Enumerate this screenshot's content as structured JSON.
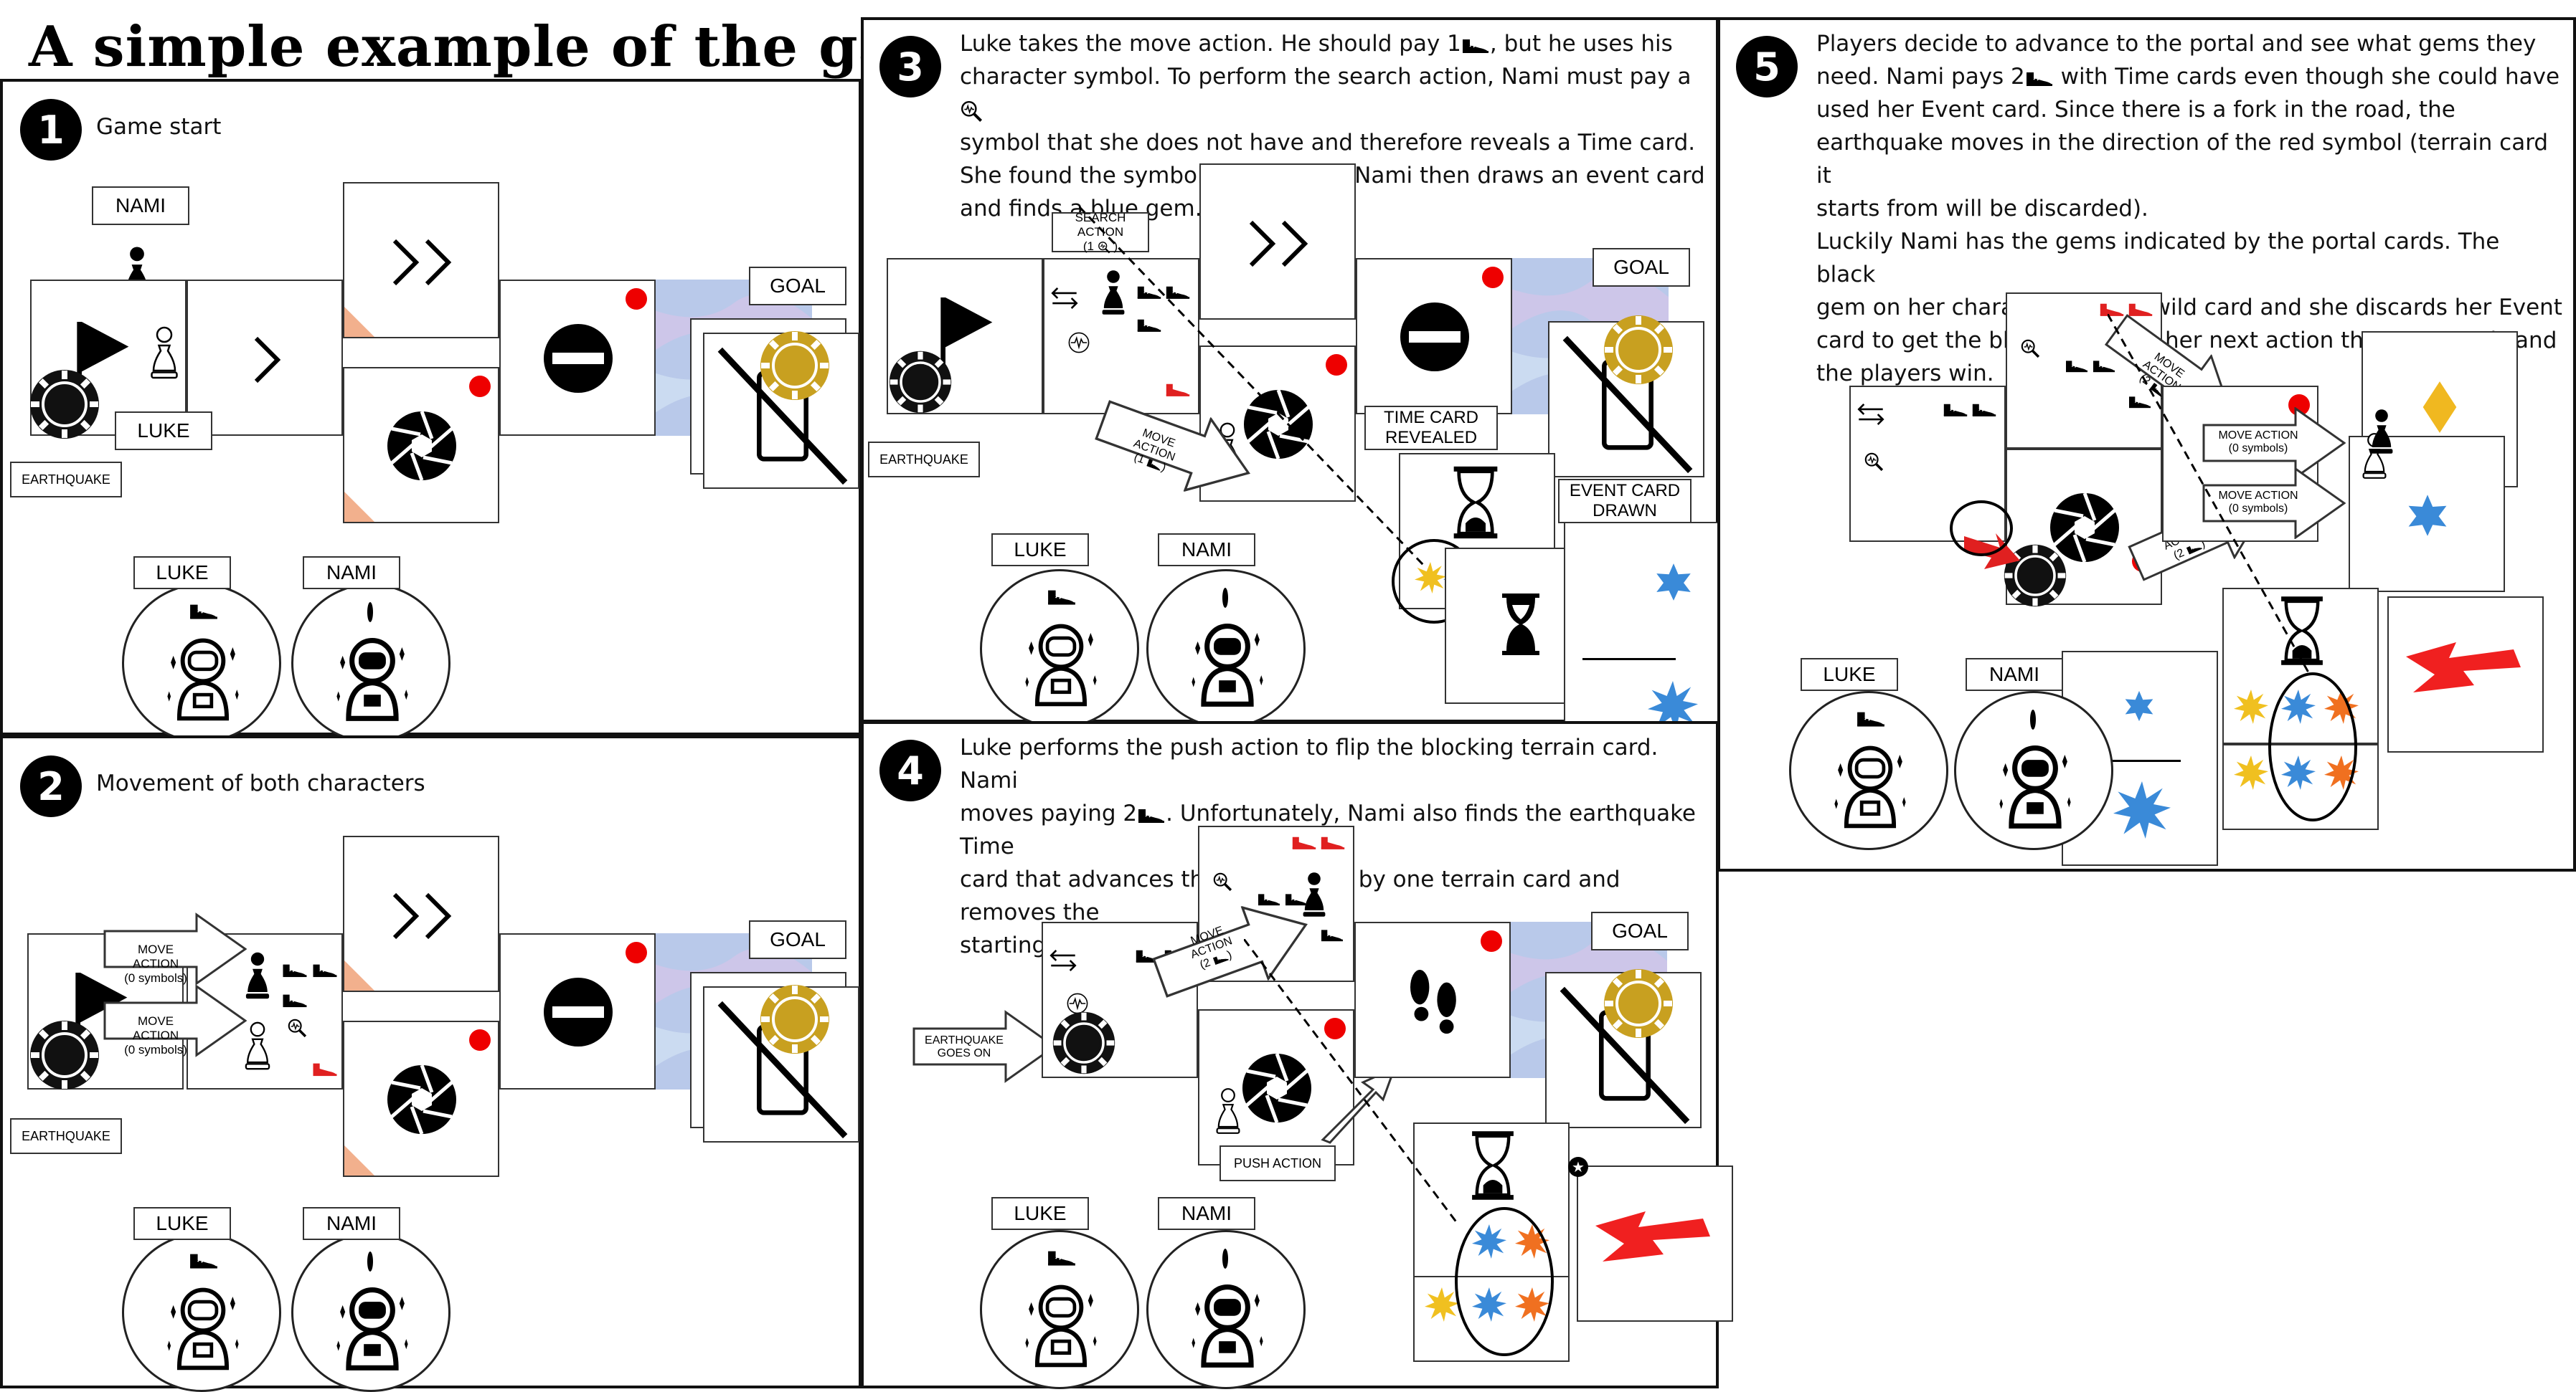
{
  "title": "A simple example of the game",
  "panels": [
    {
      "number": "1",
      "text": "Game start"
    },
    {
      "number": "2",
      "text": "Movement of both characters"
    },
    {
      "number": "3",
      "lines": [
        "Luke takes the move action. He should pay 1",
        ", but he uses his",
        "character symbol. To perform the search action, Nami must pay a",
        "symbol that she does not have and therefore reveals a Time card.",
        "She found the symbol she needed. Nami then draws an event card",
        "and finds a blue gem."
      ]
    },
    {
      "number": "4",
      "lines": [
        "Luke performs the push action to flip the blocking terrain card. Nami",
        "moves paying 2",
        ". Unfortunately, Nami also finds the earthquake Time",
        "card that advances the earthquake by one terrain card and removes the",
        "starting one."
      ]
    },
    {
      "number": "5",
      "lines": [
        "Players decide to advance to the portal and see what gems they",
        "need. Nami pays 2",
        " with Time cards even though she could have",
        "used her Event card. Since there is a fork in the road, the",
        "earthquake moves in the direction of the red symbol (terrain card it",
        "starts from will be discarded).",
        "Luckily Nami has the gems indicated by the portal cards. The black",
        "gem on her character tile is a wild card and she discards her Event",
        "card to get the blue gem. With her next action the game ends and",
        "the players win."
      ]
    }
  ],
  "labels": {
    "nami": "NAMI",
    "luke": "LUKE",
    "earthquake": "EARTHQUAKE",
    "goal": "GOAL",
    "search_action": "SEARCH ACTION",
    "search_cost_open": "(1",
    "search_cost_close": ")",
    "move_action": "MOVE ACTION",
    "move_cost_1": "(1",
    "move_cost_2": "(2",
    "zero_symbols": "(0 symbols)",
    "time_card_revealed": "TIME CARD REVEALED",
    "event_card_drawn": "EVENT CARD DRAWN",
    "earthquake_goes_on": "EARTHQUAKE GOES ON",
    "push_action": "PUSH ACTION"
  },
  "colors": {
    "accent_orange": "#f2b08d",
    "red_dot": "#e00000",
    "gold": "#c8a020",
    "blue_gem": "#3a8ad8",
    "orange_gem": "#f0a020",
    "portal_bg": "#b8c8e8"
  },
  "icons": [
    "pawn-icon",
    "chevron-icon",
    "double-chevron-icon",
    "blocked-icon",
    "aperture-icon",
    "token-icon",
    "flag-icon",
    "boot-icon",
    "astronaut-icon",
    "hourglass-icon",
    "star-gem-icon",
    "diamond-gem-icon",
    "lightning-icon",
    "footprints-icon",
    "search-icon",
    "heartbeat-icon",
    "swap-icon"
  ]
}
